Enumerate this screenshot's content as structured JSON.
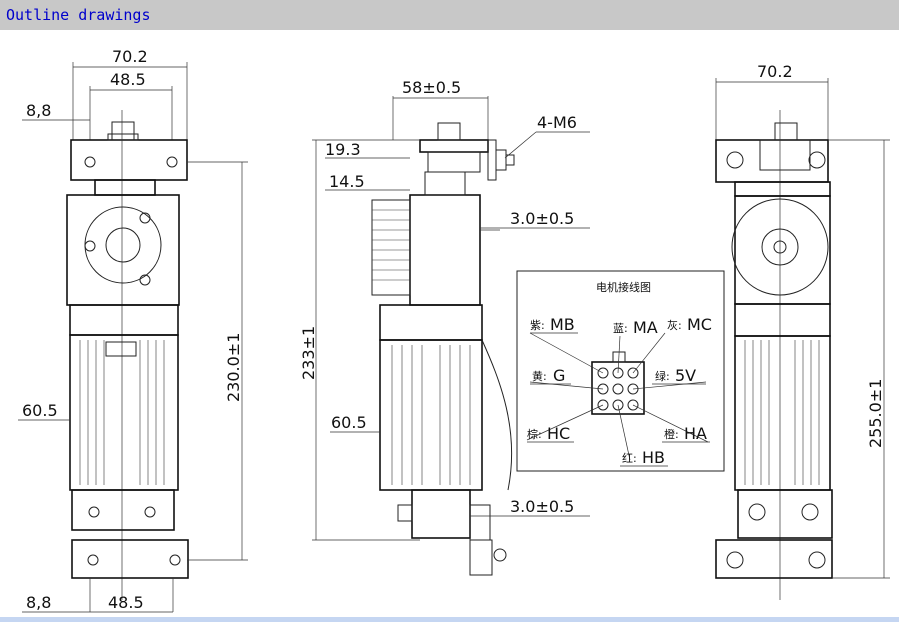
{
  "header": {
    "title": "Outline drawings"
  },
  "front_view": {
    "dim_top_overall": "70.2",
    "dim_top_inner": "48.5",
    "dim_left_offset": "8,8",
    "dim_height": "230.0±1",
    "dim_body_width": "60.5",
    "dim_bottom_offset": "8,8",
    "dim_bottom_inner": "48.5"
  },
  "side_view": {
    "dim_top": "58±0.5",
    "dim_thread": "4-M6",
    "dim_pulley_outer": "19.3",
    "dim_pulley_inner": "14.5",
    "dim_gap_upper": "3.0±0.5",
    "dim_height": "233±1",
    "dim_body_width": "60.5",
    "dim_gap_lower": "3.0±0.5"
  },
  "rear_view": {
    "dim_top": "70.2",
    "dim_height": "255.0±1"
  },
  "wiring": {
    "title": "电机接线图",
    "pins": [
      {
        "cn": "紫:",
        "code": "MB"
      },
      {
        "cn": "蓝:",
        "code": "MA"
      },
      {
        "cn": "灰:",
        "code": "MC"
      },
      {
        "cn": "黄:",
        "code": "G"
      },
      {
        "cn": "绿:",
        "code": "5V"
      },
      {
        "cn": "棕:",
        "code": "HC"
      },
      {
        "cn": "橙:",
        "code": "HA"
      },
      {
        "cn": "红:",
        "code": "HB"
      }
    ]
  }
}
